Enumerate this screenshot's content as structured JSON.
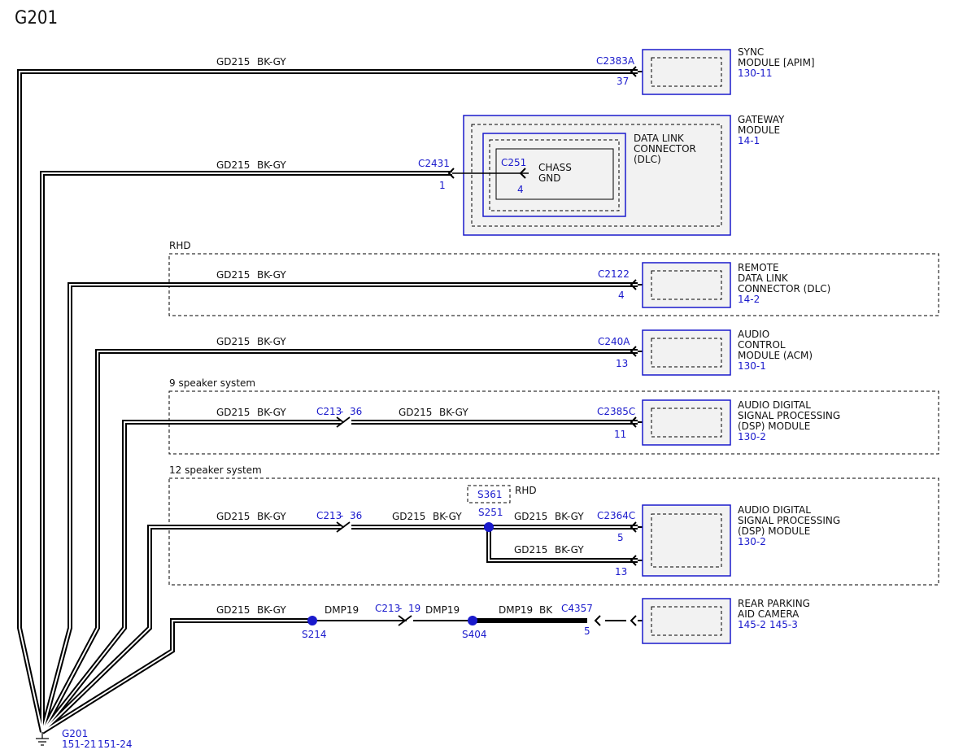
{
  "title": "G201",
  "colors": {
    "wire": "#000000",
    "accent_blue": "#1a1acc",
    "module_fill": "#f2f2f2"
  },
  "ground": {
    "name": "G201",
    "refs": [
      "151-21",
      "151-24"
    ]
  },
  "sections": {
    "rhd": "RHD",
    "nine_speaker": "9 speaker system",
    "twelve_speaker": "12 speaker system"
  },
  "rows": [
    {
      "circuit": "GD215",
      "color": "BK-GY",
      "connector": "C2383A",
      "pin": "37",
      "module": [
        "SYNC",
        "MODULE [APIM]"
      ],
      "ref": "130-11"
    },
    {
      "circuit": "GD215",
      "color": "BK-GY",
      "connector": "C2431",
      "pin": "1",
      "module": [
        "GATEWAY",
        "MODULE"
      ],
      "ref": "14-1",
      "inner_module": [
        "DATA LINK",
        "CONNECTOR",
        "(DLC)"
      ],
      "inner_connector": "C251",
      "inner_pin": "4",
      "inner_label": [
        "CHASS",
        "GND"
      ]
    },
    {
      "circuit": "GD215",
      "color": "BK-GY",
      "connector": "C2122",
      "pin": "4",
      "module": [
        "REMOTE",
        "DATA LINK",
        "CONNECTOR (DLC)"
      ],
      "ref": "14-2"
    },
    {
      "circuit": "GD215",
      "color": "BK-GY",
      "connector": "C240A",
      "pin": "13",
      "module": [
        "AUDIO",
        "CONTROL",
        "MODULE (ACM)"
      ],
      "ref": "130-1"
    },
    {
      "circuit": "GD215",
      "color": "BK-GY",
      "inline": "C213",
      "inline_pin": "36",
      "circuit2": "GD215",
      "color2": "BK-GY",
      "connector": "C2385C",
      "pin": "11",
      "module": [
        "AUDIO DIGITAL",
        "SIGNAL PROCESSING",
        "(DSP) MODULE"
      ],
      "ref": "130-2"
    },
    {
      "circuit": "GD215",
      "color": "BK-GY",
      "inline": "C213",
      "inline_pin": "36",
      "circuit2": "GD215",
      "color2": "BK-GY",
      "splice": "S251",
      "splice_alt": "S361",
      "splice_alt_note": "RHD",
      "branch_a": {
        "circuit": "GD215",
        "color": "BK-GY",
        "pin": "5"
      },
      "branch_b": {
        "circuit": "GD215",
        "color": "BK-GY",
        "pin": "13"
      },
      "connector": "C2364C",
      "module": [
        "AUDIO DIGITAL",
        "SIGNAL PROCESSING",
        "(DSP) MODULE"
      ],
      "ref": "130-2"
    },
    {
      "circuit": "GD215",
      "color": "BK-GY",
      "splice1": "S214",
      "seg2_circuit": "DMP19",
      "inline": "C213",
      "inline_pin": "19",
      "seg3_circuit": "DMP19",
      "splice2": "S404",
      "seg4_circuit": "DMP19",
      "seg4_color": "BK",
      "connector": "C4357",
      "pin": "5",
      "module": [
        "REAR PARKING",
        "AID CAMERA"
      ],
      "refs": [
        "145-2",
        "145-3"
      ]
    }
  ]
}
